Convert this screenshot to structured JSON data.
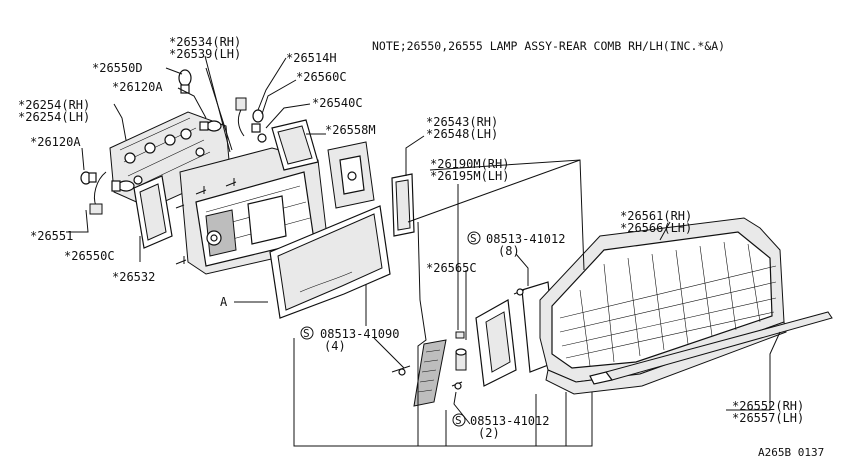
{
  "note": "NOTE;26550,26555 LAMP ASSY-REAR COMB RH/LH(INC.*&A)",
  "labels": {
    "l26534": "*26534(RH)",
    "l26539": "*26539(LH)",
    "l26514H": "*26514H",
    "l26550D": "*26550D",
    "l26560C": "*26560C",
    "l26120A_top": "*26120A",
    "l26540C": "*26540C",
    "l26254RH": "*26254(RH)",
    "l26254LH": "*26254(LH)",
    "l26558M": "*26558M",
    "l26543": "*26543(RH)",
    "l26548": "*26548(LH)",
    "l26120A_left": "*26120A",
    "l26190M": "*26190M(RH)",
    "l26195M": "*26195M(LH)",
    "l26561": "*26561(RH)",
    "l26566": "*26566(LH)",
    "l26551": "*26551",
    "l26550C": "*26550C",
    "l26532": "*26532",
    "s1_code": "08513-41012",
    "s1_qty": "(8)",
    "l26565C": "*26565C",
    "A": "A",
    "s2_code": "08513-41090",
    "s2_qty": "(4)",
    "l26552": "*26552(RH)",
    "l26557": "*26557(LH)",
    "s3_code": "08513-41012",
    "s3_qty": "(2)",
    "screw_symbol": "S",
    "ref": "A265B 0137"
  }
}
